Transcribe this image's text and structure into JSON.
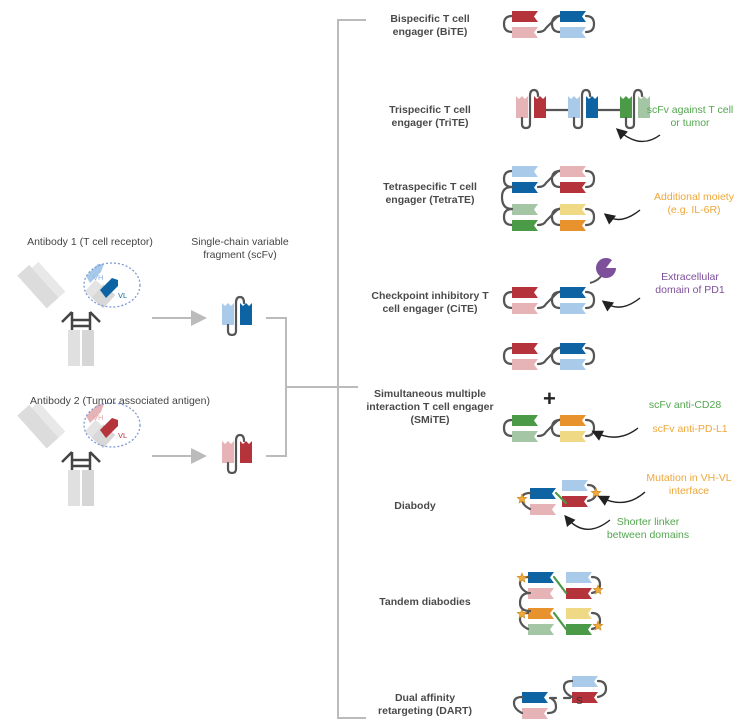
{
  "colors": {
    "red_dark": "#b5333a",
    "red_light": "#e6b4b6",
    "blue_dark": "#0e64a2",
    "blue_light": "#a9cbe9",
    "green_dark": "#4a9a48",
    "green_light": "#a4c6a4",
    "orange": "#e8922e",
    "yellow": "#efd985",
    "purple": "#7e4f9b",
    "linker": "#555555",
    "connector": "#bbbbbb",
    "note_green": "#53a64f",
    "note_orange": "#efa73a",
    "note_purple": "#7e4f9b"
  },
  "left": {
    "antibody1": {
      "title": "Antibody 1 (T cell receptor)",
      "vh_label": "VH",
      "vl_label": "VL"
    },
    "antibody2": {
      "title": "Antibody 2 (Tumor associated antigen)",
      "vh_label": "VH",
      "vl_label": "VL"
    },
    "scfv_title_line1": "Single-chain variable",
    "scfv_title_line2": "fragment (scFv)"
  },
  "formats": [
    {
      "line1": "Bispecific T cell",
      "line2": "engager (BiTE)"
    },
    {
      "line1": "Trispecific T cell",
      "line2": "engager (TriTE)"
    },
    {
      "line1": "Tetraspecific T cell",
      "line2": "engager (TetraTE)"
    },
    {
      "line1": "Checkpoint inhibitory T",
      "line2": "cell engager (CiTE)"
    },
    {
      "line1": "Simultaneous multiple",
      "line2": "interaction T cell engager",
      "line3": "(SMiTE)"
    },
    {
      "line1": "Diabody"
    },
    {
      "line1": "Tandem diabodies"
    },
    {
      "line1": "Dual affinity",
      "line2": "retargeting (DART)"
    }
  ],
  "annotations": {
    "trite": {
      "line1": "scFv against T cell",
      "line2": "or tumor"
    },
    "tetrate": {
      "line1": "Additional moiety",
      "line2": "(e.g. IL-6R)"
    },
    "cite": {
      "line1": "Extracellular",
      "line2": "domain of PD1"
    },
    "smite_a": "scFv anti-CD28",
    "smite_b": "scFv anti-PD-L1",
    "diabody_mut": {
      "line1": "Mutation in VH-VL",
      "line2": "interface"
    },
    "diabody_link": {
      "line1": "Shorter linker",
      "line2": "between domains"
    }
  },
  "smite_plus": "+",
  "dart_bond": "S"
}
